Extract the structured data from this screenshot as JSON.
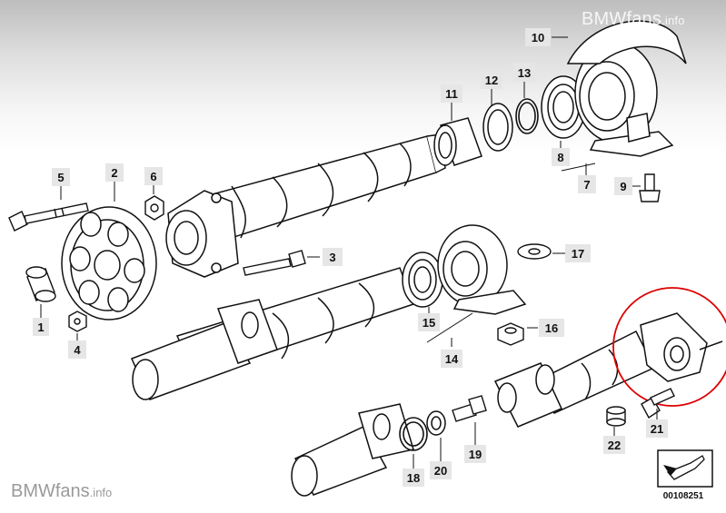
{
  "branding": {
    "watermark_top": "BMWfans",
    "watermark_top_suffix": ".info",
    "watermark_bottom": "BMWfans",
    "watermark_bottom_suffix": ".info"
  },
  "diagram": {
    "id": "00108251",
    "highlight_color": "#dd0000",
    "callouts": [
      "1",
      "2",
      "3",
      "4",
      "5",
      "6",
      "7",
      "8",
      "9",
      "10",
      "11",
      "12",
      "13",
      "14",
      "15",
      "16",
      "17",
      "18",
      "19",
      "20",
      "21",
      "22"
    ]
  }
}
